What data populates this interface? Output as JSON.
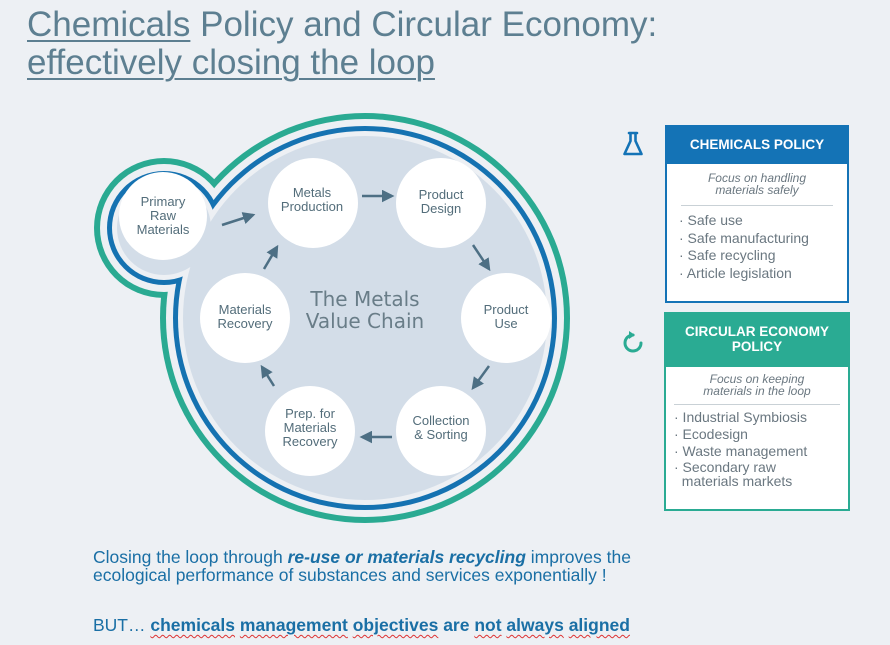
{
  "title": {
    "line1_part1": "Chemicals",
    "line1_part2": " Policy and Circular Economy:",
    "line2_part1": "effectively",
    "line2_part2": " closing the loop"
  },
  "diagram": {
    "center_line1": "The Metals",
    "center_line2": "Value Chain",
    "nodes": [
      {
        "id": "primary-raw-materials",
        "lines": [
          "Primary",
          "Raw",
          "Materials"
        ]
      },
      {
        "id": "metals-production",
        "lines": [
          "Metals",
          "Production"
        ]
      },
      {
        "id": "product-design",
        "lines": [
          "Product",
          "Design"
        ]
      },
      {
        "id": "product-use",
        "lines": [
          "Product",
          "Use"
        ]
      },
      {
        "id": "collection-sorting",
        "lines": [
          "Collection",
          "& Sorting"
        ]
      },
      {
        "id": "prep-materials-recovery",
        "lines": [
          "Prep. for",
          "Materials",
          "Recovery"
        ]
      },
      {
        "id": "materials-recovery",
        "lines": [
          "Materials",
          "Recovery"
        ]
      }
    ],
    "colors": {
      "outer_ring": "#2aaa92",
      "inner_ring": "#1572b1",
      "disc": "#d3dde8",
      "arrow": "#4d6f84"
    }
  },
  "chemicals_policy": {
    "icon": "flask-icon",
    "title": "CHEMICALS POLICY",
    "focus_line1": "Focus on handling",
    "focus_line2": "materials safely",
    "items": [
      "· Safe use",
      "· Safe manufacturing",
      "· Safe recycling",
      "· Article legislation"
    ],
    "color": "#1473b6"
  },
  "circular_policy": {
    "icon": "refresh-icon",
    "title_line1": "CIRCULAR ECONOMY",
    "title_line2": "POLICY",
    "focus_line1": "Focus on keeping",
    "focus_line2": "materials in the loop",
    "items": [
      "· Industrial Symbiosis",
      "· Ecodesign",
      "· Waste management",
      "· Secondary raw",
      "  materials markets"
    ],
    "color": "#2aab93"
  },
  "bottom": {
    "line1_a": "Closing the loop through ",
    "line1_b": "re-use or materials recycling",
    "line1_c": " improves the",
    "line2": "ecological performance of substances and services exponentially !",
    "but_a": "BUT… ",
    "but_b": "chemicals",
    "but_c": " ",
    "but_d": "management",
    "but_e": " ",
    "but_f": "objectives",
    "but_g": " are ",
    "but_h": "not",
    "but_i": " ",
    "but_j": "always",
    "but_k": " ",
    "but_l": "aligned"
  }
}
